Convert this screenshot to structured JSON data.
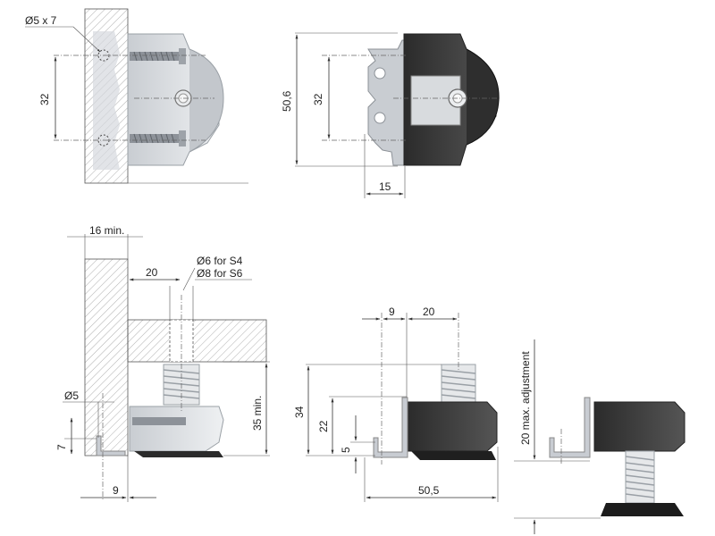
{
  "labels": {
    "hole_top": "Ø5 x 7",
    "pitch_top_left": "32",
    "height_total": "50,6",
    "pitch_top_right": "32",
    "offset_15": "15",
    "panel_min": "16 min.",
    "offset_20_left": "20",
    "dowel_s4": "Ø6 for S4",
    "dowel_s8": "Ø8 for S6",
    "hole_bottom": "Ø5",
    "depth_7": "7",
    "width_9_left": "9",
    "height_35": "35 min.",
    "width_9_mid": "9",
    "width_20_mid": "20",
    "height_34": "34",
    "height_22": "22",
    "height_5": "5",
    "width_50_5": "50,5",
    "adjust_20": "20 max. adjustment"
  },
  "colors": {
    "dark_part": "#3a3a3a",
    "light_part": "#d9dce0",
    "plate": "#c8ccd2",
    "hatch": "#9a9a9a",
    "foot": "#222222"
  }
}
